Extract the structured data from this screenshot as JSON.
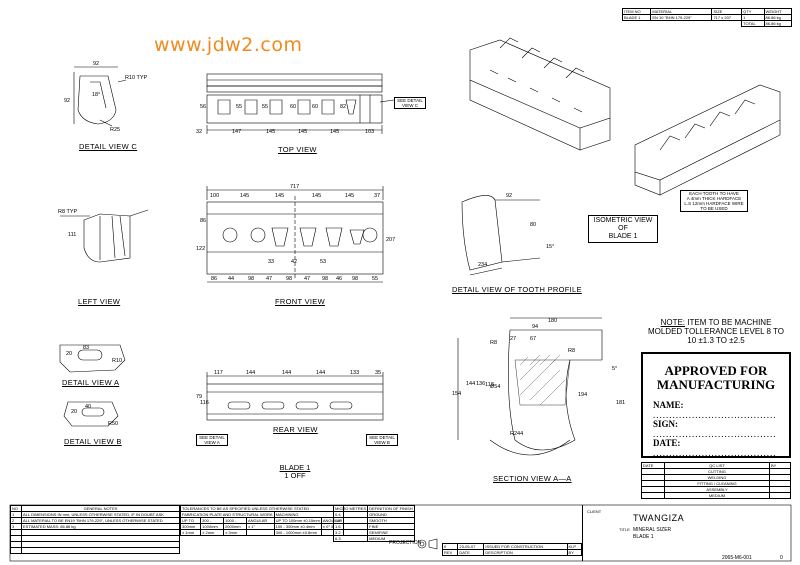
{
  "watermark": "www.jdw2.com",
  "views": {
    "detail_c": "DETAIL VIEW C",
    "top": "TOP VIEW",
    "left": "LEFT VIEW",
    "front": "FRONT VIEW",
    "detail_a": "DETAIL VIEW A",
    "detail_b": "DETAIL VIEW B",
    "rear": "REAR VIEW",
    "tooth_profile": "DETAIL VIEW OF TOOTH PROFILE",
    "section": "SECTION VIEW A—A",
    "isometric": "ISOMETRIC VIEW\nOF\nBLADE 1"
  },
  "part_label": "BLADE 1",
  "part_qty": "1 OFF",
  "callouts": {
    "see_c": "SEE DETAIL\nVIEW C",
    "see_a": "SEE DETAIL\nVIEW A",
    "see_b": "SEE DETAIL\nVIEW B",
    "hardface": "EACH TOOTH TO HAVE\nA 4mm THICK HARDFACE\nL.S 12mm HARDFACE WIRE\nTO BE USED"
  },
  "note": {
    "label": "NOTE:",
    "text": " ITEM TO BE MACHINE MOLDED TOLLERANCE LEVEL 8 TO 10 ±1.3 TO ±2.5"
  },
  "approval": {
    "title": "APPROVED FOR MANUFACTURING",
    "fields": [
      "NAME:",
      "SIGN:",
      "DATE:"
    ],
    "dots": "......................................"
  },
  "parts_list": {
    "headers": [
      "ITEM NO",
      "MATERIAL",
      "SIZE",
      "QTY",
      "WEIGHT"
    ],
    "row": [
      "BLADE 1",
      "EN 10 \"BHN 179-229\"",
      "717 x 207",
      "1",
      "86.86 kg"
    ],
    "total_label": "TOTAL",
    "total": "86.86 kg"
  },
  "qc": {
    "headers": [
      "DATE",
      "QC LIST",
      "BY"
    ],
    "rows": [
      "CUTTING",
      "WELDING",
      "FITTING / CLEANING",
      "ASSEMBLY",
      "MEDIUM"
    ]
  },
  "notes": {
    "no_header": "NO",
    "header": "GENERAL NOTES",
    "items": [
      [
        "1",
        "ALL DIMENSIONS IN mm, UNLESS OTHERWISE STATED, IF IN DOUBT ASK"
      ],
      [
        "2",
        "ALL MATERIAL TO BE EN19 \"BHN 179-229\", UNLESS OTHERWISE STATED"
      ],
      [
        "3",
        "ESTIMATED MASS: 86.86 kg"
      ]
    ]
  },
  "tolerances": {
    "header": "TOLERANCES TO BE AS SPECIFIED UNLESS OTHERWISE STATED",
    "sub1": "FABRICATION PLATE AND STRUCTURAL WORK",
    "sub2": "MACHINING",
    "rows": [
      [
        "UP TO",
        "300 -",
        "1000 -",
        "ANGULAR",
        "UP TO 100mm ±0.15mm",
        "ANGULAR"
      ],
      [
        "300mm",
        "1000mm",
        "2000mm",
        "± 1°",
        "100 - 300mm ±0.4mm",
        "± 0° 5'"
      ],
      [
        "± 1mm",
        "± 2mm",
        "± 3mm",
        "",
        "300 - 1000mm ±0.8mm",
        ""
      ]
    ]
  },
  "finish": {
    "h1": "MICRO METRES",
    "h2": "DEFINITION OF FINISH",
    "rows": [
      [
        "0.4",
        "GROUND"
      ],
      [
        "0.8",
        "SMOOTH"
      ],
      [
        "1.6",
        "FINE"
      ],
      [
        "3.2",
        "SEMIFINE"
      ],
      [
        "6.3",
        "MEDIUM"
      ]
    ],
    "projection": "PROJECTION"
  },
  "revisions": {
    "row1": [
      "0",
      "23-05-07",
      "ISSUED FOR CONSTRUCTION",
      "KLP"
    ],
    "row2": [
      "REV",
      "DATE",
      "DESCRIPTION",
      "BY"
    ]
  },
  "title_block": {
    "client_label": "CLIENT",
    "company": "TWANGIZA",
    "title_label": "TITLE",
    "title1": "MINERAL SIZER",
    "title2": "BLADE 1",
    "drawing_no": "2065-M6-001",
    "rev": "0"
  }
}
